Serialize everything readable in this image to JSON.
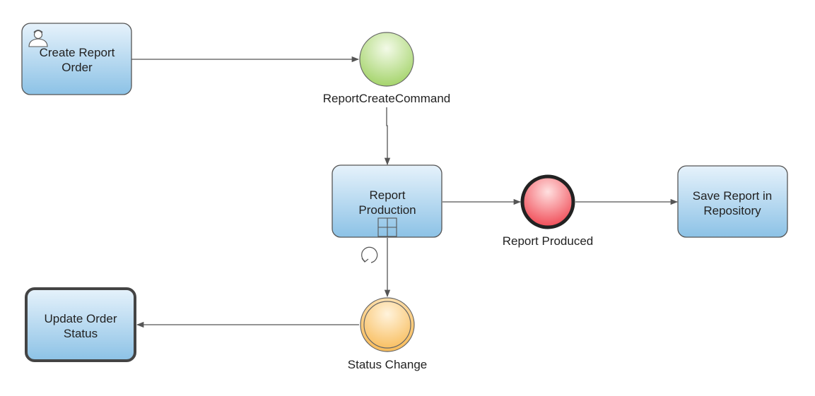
{
  "diagram": {
    "tasks": {
      "create_report_order": {
        "line1": "Create Report",
        "line2": "Order"
      },
      "report_production": {
        "line1": "Report",
        "line2": "Production"
      },
      "save_report": {
        "line1": "Save Report in",
        "line2": "Repository"
      },
      "update_order_status": {
        "line1": "Update Order",
        "line2": "Status"
      }
    },
    "events": {
      "report_create_command": {
        "label": "ReportCreateCommand",
        "type": "start",
        "color": "#a9d773"
      },
      "report_produced": {
        "label": "Report Produced",
        "type": "end",
        "color": "#f2545b"
      },
      "status_change": {
        "label": "Status Change",
        "type": "intermediate",
        "color": "#fbc66a"
      }
    },
    "icons": {
      "user_task_icon": "user-icon",
      "multi_instance_icon": "subprocess-grid-icon",
      "loop_icon": "loop-icon"
    },
    "colors": {
      "task_fill_top": "#e3f0fa",
      "task_fill_bottom": "#8dc3e6",
      "stroke": "#555555",
      "connector": "#555555"
    }
  }
}
